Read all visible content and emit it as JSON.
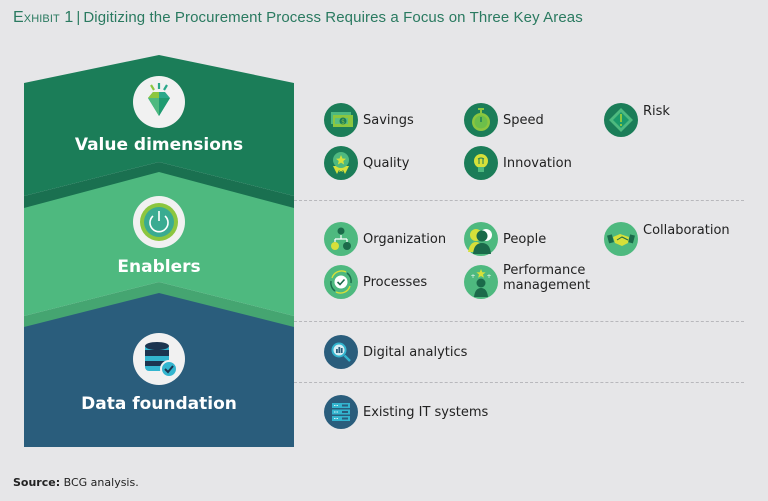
{
  "title": {
    "exhibit": "Exhibit 1",
    "separator": "|",
    "text": "Digitizing the Procurement Process Requires a Focus on Three Key Areas"
  },
  "colors": {
    "value_layer": "#1b7d58",
    "enablers_layer": "#4eb97f",
    "data_layer": "#2a5d7c",
    "title_text": "#2a7a60",
    "background": "#e6e6e8"
  },
  "layers": [
    {
      "label": "Value dimensions",
      "icon": "diamond-icon",
      "items": [
        {
          "label": "Savings",
          "icon": "money-icon"
        },
        {
          "label": "Speed",
          "icon": "stopwatch-icon"
        },
        {
          "label": "Risk",
          "icon": "warning-icon"
        },
        {
          "label": "Quality",
          "icon": "award-icon"
        },
        {
          "label": "Innovation",
          "icon": "lightbulb-icon"
        }
      ]
    },
    {
      "label": "Enablers",
      "icon": "power-icon",
      "items": [
        {
          "label": "Organization",
          "icon": "org-chart-icon"
        },
        {
          "label": "People",
          "icon": "people-icon"
        },
        {
          "label": "Collaboration",
          "icon": "handshake-icon"
        },
        {
          "label": "Processes",
          "icon": "process-cycle-icon"
        },
        {
          "label": "Performance management",
          "label_line1": "Performance",
          "label_line2": "management",
          "icon": "performance-person-icon"
        }
      ]
    },
    {
      "label": "Data foundation",
      "icon": "database-icon",
      "items": [
        {
          "label": "Digital analytics",
          "icon": "analytics-magnifier-icon"
        },
        {
          "label": "Existing IT systems",
          "icon": "server-rack-icon"
        }
      ]
    }
  ],
  "source": {
    "label": "Source:",
    "text": "BCG analysis."
  }
}
